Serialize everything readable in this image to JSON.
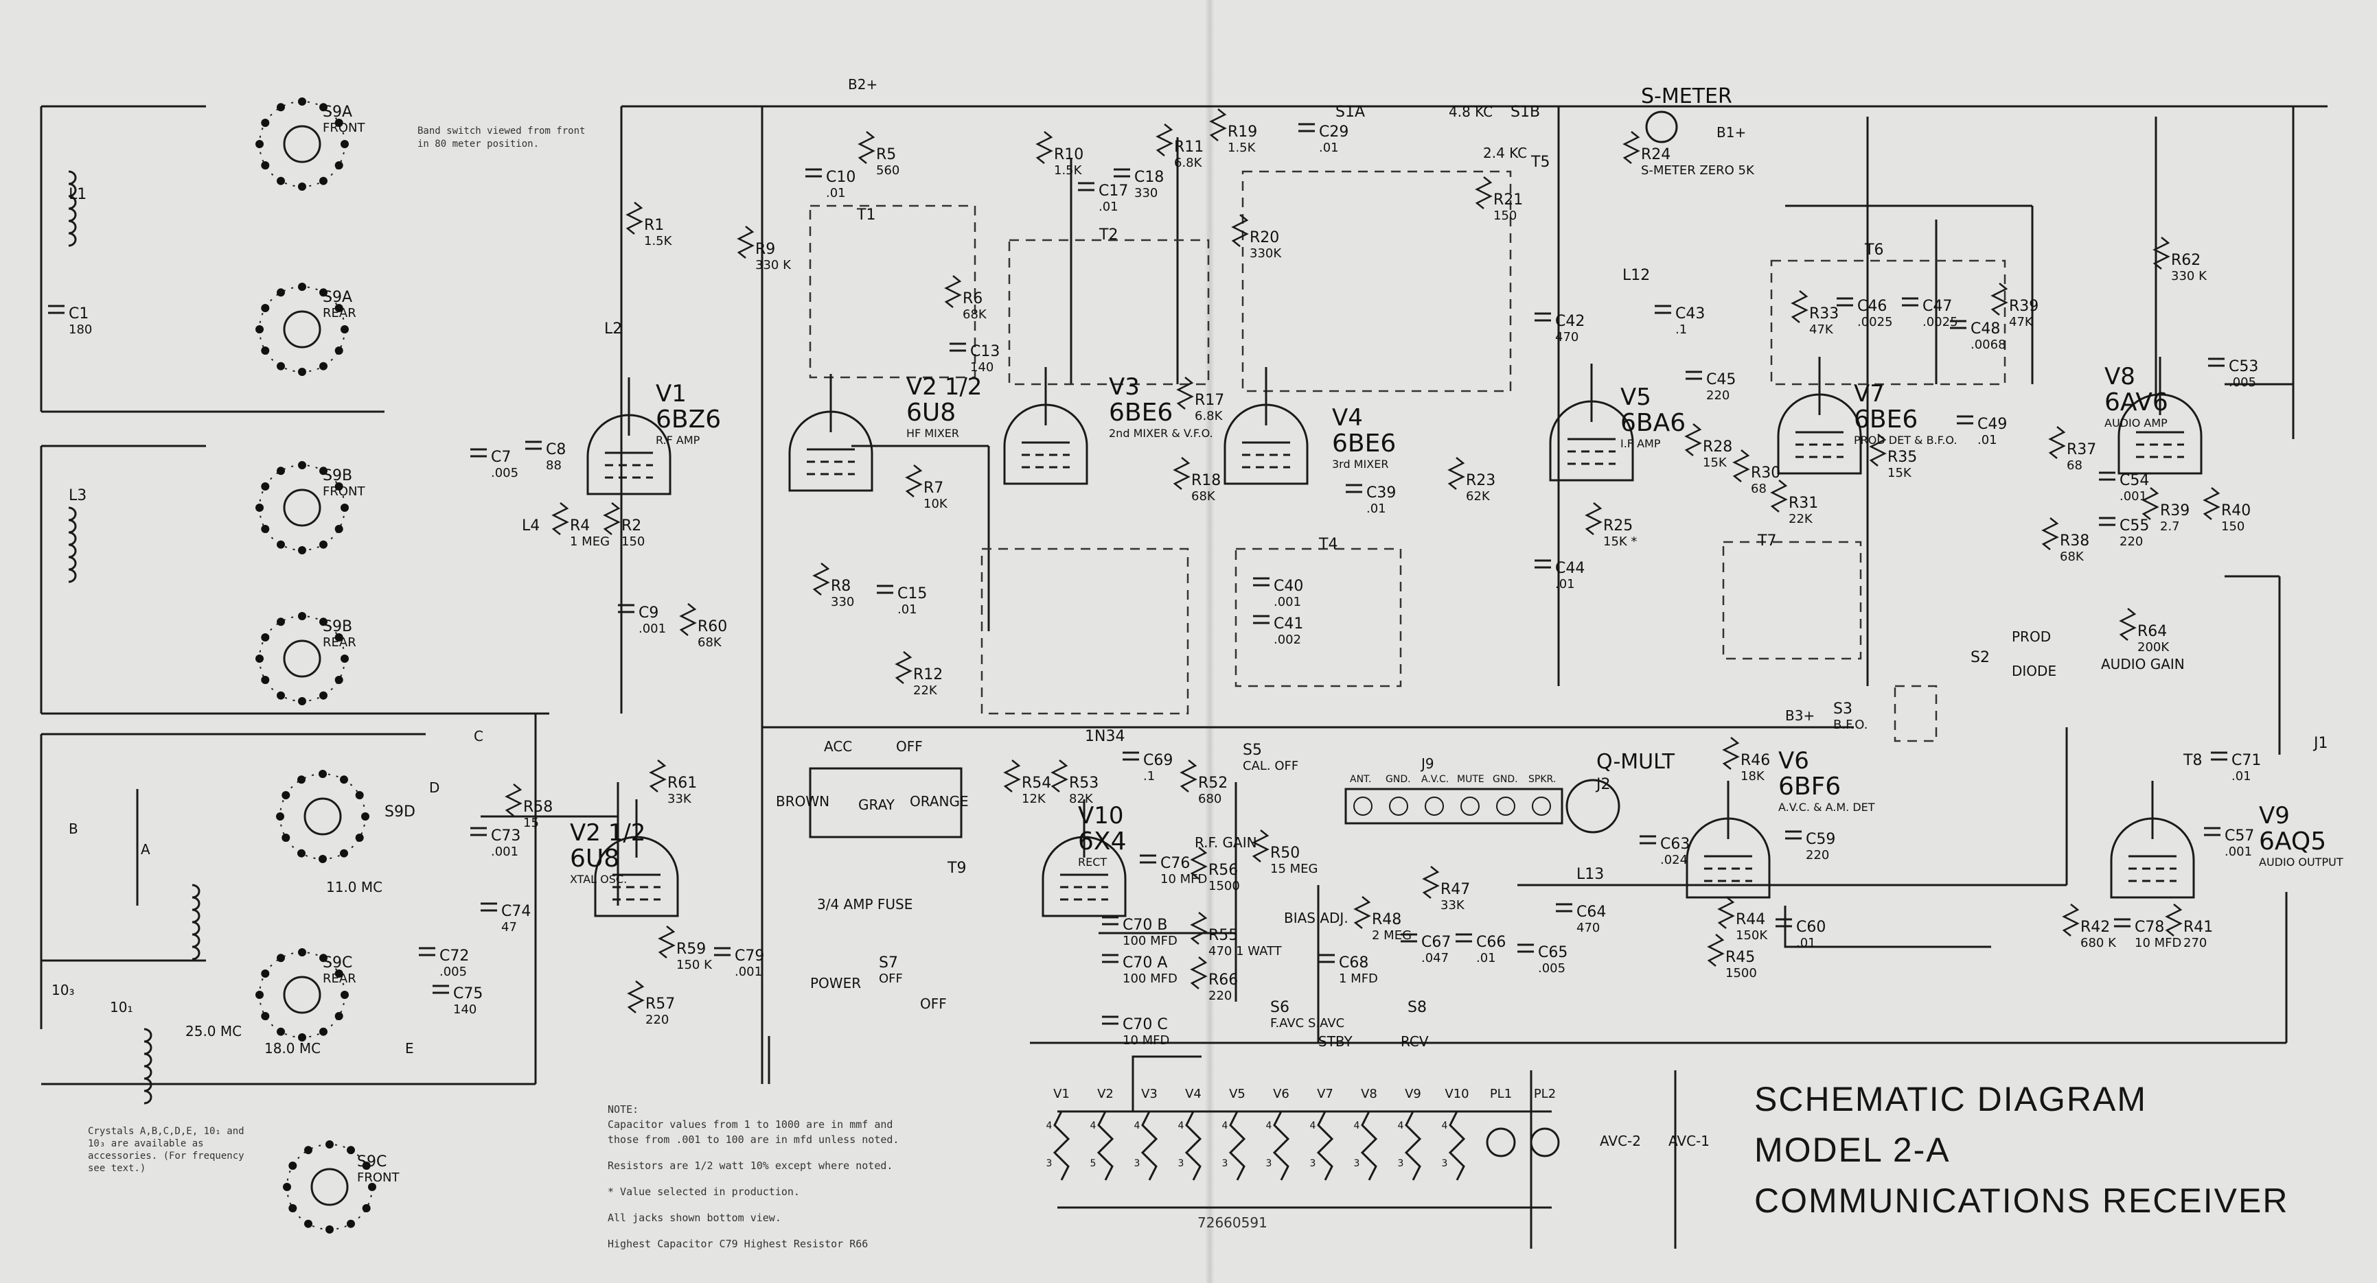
{
  "title": {
    "line1": "SCHEMATIC DIAGRAM",
    "line2": "MODEL 2-A",
    "line3": "COMMUNICATIONS RECEIVER"
  },
  "notes": {
    "heading": "NOTE:",
    "capacitors": "Capacitor values from 1 to 1000 are in mmf and those from .001 to 100 are in mfd unless noted.",
    "resistors": "Resistors are 1/2 watt 10% except where noted.",
    "selected": "* Value selected in production.",
    "jacks": "All jacks shown bottom view.",
    "highest": "Highest Capacitor C79  Highest Resistor R66"
  },
  "crystals_note": "Crystals A,B,C,D,E, 10₁ and 10₃ are available as accessories. (For frequency see text.)",
  "band_switch_note": "Band switch viewed from front in 80 meter position.",
  "drawing_number": "72660591",
  "tubes": [
    {
      "ref": "V1",
      "type": "6BZ6",
      "func": "R.F AMP"
    },
    {
      "ref": "V2 1/2",
      "type": "6U8",
      "func": "HF MIXER"
    },
    {
      "ref": "V3",
      "type": "6BE6",
      "func": "2nd MIXER & V.F.O."
    },
    {
      "ref": "V4",
      "type": "6BE6",
      "func": "3rd MIXER"
    },
    {
      "ref": "V5",
      "type": "6BA6",
      "func": "I.F AMP"
    },
    {
      "ref": "V7",
      "type": "6BE6",
      "func": "PROD DET & B.F.O."
    },
    {
      "ref": "V8",
      "type": "6AV6",
      "func": "AUDIO AMP"
    },
    {
      "ref": "V6",
      "type": "6BF6",
      "func": "A.V.C. & A.M. DET"
    },
    {
      "ref": "V9",
      "type": "6AQ5",
      "func": "AUDIO OUTPUT"
    },
    {
      "ref": "V10",
      "type": "6X4",
      "func": "RECT"
    },
    {
      "ref": "V2 1/2",
      "type": "6U8",
      "func": "XTAL OSC."
    }
  ],
  "components": [
    {
      "ref": "R1",
      "value": "1.5K"
    },
    {
      "ref": "C1",
      "value": "180"
    },
    {
      "ref": "L1",
      "value": ""
    },
    {
      "ref": "L2",
      "value": ""
    },
    {
      "ref": "L3",
      "value": ""
    },
    {
      "ref": "L4",
      "value": ""
    },
    {
      "ref": "C7",
      "value": ".005"
    },
    {
      "ref": "C8",
      "value": "88"
    },
    {
      "ref": "R2",
      "value": "150"
    },
    {
      "ref": "R4",
      "value": "1 MEG"
    },
    {
      "ref": "C9",
      "value": ".001"
    },
    {
      "ref": "R60",
      "value": "68K"
    },
    {
      "ref": "R9",
      "value": "330 K"
    },
    {
      "ref": "R5",
      "value": "560"
    },
    {
      "ref": "C10",
      "value": ".01"
    },
    {
      "ref": "T1",
      "value": ""
    },
    {
      "ref": "R6",
      "value": "68K"
    },
    {
      "ref": "C13",
      "value": "140"
    },
    {
      "ref": "R8",
      "value": "330"
    },
    {
      "ref": "C15",
      "value": ".01"
    },
    {
      "ref": "R12",
      "value": "22K"
    },
    {
      "ref": "R7",
      "value": "10K"
    },
    {
      "ref": "R10",
      "value": "1.5K"
    },
    {
      "ref": "C17",
      "value": ".01"
    },
    {
      "ref": "C18",
      "value": "330"
    },
    {
      "ref": "T2",
      "value": ""
    },
    {
      "ref": "R11",
      "value": "6.8K"
    },
    {
      "ref": "R17",
      "value": "6.8K"
    },
    {
      "ref": "R18",
      "value": "68K"
    },
    {
      "ref": "R19",
      "value": "1.5K"
    },
    {
      "ref": "C29",
      "value": ".01"
    },
    {
      "ref": "R20",
      "value": "330K"
    },
    {
      "ref": "R21",
      "value": "150"
    },
    {
      "ref": "T5",
      "value": ""
    },
    {
      "ref": "C39",
      "value": ".01"
    },
    {
      "ref": "T4",
      "value": ""
    },
    {
      "ref": "C40",
      "value": ".001"
    },
    {
      "ref": "C41",
      "value": ".002"
    },
    {
      "ref": "R23",
      "value": "62K"
    },
    {
      "ref": "C42",
      "value": "470"
    },
    {
      "ref": "L12",
      "value": ""
    },
    {
      "ref": "C43",
      "value": ".1"
    },
    {
      "ref": "R24",
      "value": "S-METER ZERO 5K"
    },
    {
      "ref": "R25",
      "value": "15K *"
    },
    {
      "ref": "C44",
      "value": ".01"
    },
    {
      "ref": "C45",
      "value": "220"
    },
    {
      "ref": "R28",
      "value": "15K"
    },
    {
      "ref": "R30",
      "value": "68"
    },
    {
      "ref": "R31",
      "value": "22K"
    },
    {
      "ref": "T7",
      "value": ""
    },
    {
      "ref": "T6",
      "value": ""
    },
    {
      "ref": "C46",
      "value": ".0025"
    },
    {
      "ref": "C47",
      "value": ".0025"
    },
    {
      "ref": "C48",
      "value": ".0068"
    },
    {
      "ref": "R33",
      "value": "47K"
    },
    {
      "ref": "R39",
      "value": "47K"
    },
    {
      "ref": "C49",
      "value": ".01"
    },
    {
      "ref": "R35",
      "value": "15K"
    },
    {
      "ref": "R62",
      "value": "330 K"
    },
    {
      "ref": "C53",
      "value": ".005"
    },
    {
      "ref": "R37",
      "value": "68"
    },
    {
      "ref": "C54",
      "value": ".001"
    },
    {
      "ref": "C55",
      "value": "220"
    },
    {
      "ref": "R38",
      "value": "68K"
    },
    {
      "ref": "R39",
      "value": "2.7"
    },
    {
      "ref": "R40",
      "value": "150"
    },
    {
      "ref": "R64",
      "value": "200K"
    },
    {
      "ref": "T8",
      "value": ""
    },
    {
      "ref": "C71",
      "value": ".01"
    },
    {
      "ref": "C57",
      "value": ".001"
    },
    {
      "ref": "R42",
      "value": "680 K"
    },
    {
      "ref": "C78",
      "value": "10 MFD"
    },
    {
      "ref": "R41",
      "value": "270"
    },
    {
      "ref": "R44",
      "value": "150K"
    },
    {
      "ref": "R45",
      "value": "1500"
    },
    {
      "ref": "C60",
      "value": ".01"
    },
    {
      "ref": "R46",
      "value": "18K"
    },
    {
      "ref": "C59",
      "value": "220"
    },
    {
      "ref": "C63",
      "value": ".024"
    },
    {
      "ref": "L13",
      "value": ""
    },
    {
      "ref": "C64",
      "value": "470"
    },
    {
      "ref": "C65",
      "value": ".005"
    },
    {
      "ref": "C66",
      "value": ".01"
    },
    {
      "ref": "C67",
      "value": ".047"
    },
    {
      "ref": "R47",
      "value": "33K"
    },
    {
      "ref": "R48",
      "value": "2 MEG"
    },
    {
      "ref": "C68",
      "value": "1 MFD"
    },
    {
      "ref": "R50",
      "value": "15 MEG"
    },
    {
      "ref": "R52",
      "value": "680"
    },
    {
      "ref": "R53",
      "value": "82K"
    },
    {
      "ref": "R54",
      "value": "12K"
    },
    {
      "ref": "C69",
      "value": ".1"
    },
    {
      "ref": "C76",
      "value": "10 MFD"
    },
    {
      "ref": "C70 B",
      "value": "100 MFD"
    },
    {
      "ref": "C70 A",
      "value": "100 MFD"
    },
    {
      "ref": "C70 C",
      "value": "10 MFD"
    },
    {
      "ref": "R56",
      "value": "1500"
    },
    {
      "ref": "R55",
      "value": "470 1 WATT"
    },
    {
      "ref": "R66",
      "value": "220"
    },
    {
      "ref": "R61",
      "value": "33K"
    },
    {
      "ref": "R58",
      "value": "15"
    },
    {
      "ref": "C73",
      "value": ".001"
    },
    {
      "ref": "C74",
      "value": "47"
    },
    {
      "ref": "C72",
      "value": ".005"
    },
    {
      "ref": "C75",
      "value": "140"
    },
    {
      "ref": "R59",
      "value": "150 K"
    },
    {
      "ref": "C79",
      "value": ".001"
    },
    {
      "ref": "R57",
      "value": "220"
    },
    {
      "ref": "1N34",
      "value": ""
    },
    {
      "ref": "T9",
      "value": ""
    },
    {
      "ref": "S9A",
      "value": "FRONT"
    },
    {
      "ref": "S9A",
      "value": "REAR"
    },
    {
      "ref": "S9B",
      "value": "FRONT"
    },
    {
      "ref": "S9B",
      "value": "REAR"
    },
    {
      "ref": "S9D",
      "value": ""
    },
    {
      "ref": "S9C",
      "value": "REAR"
    },
    {
      "ref": "S9C",
      "value": "FRONT"
    },
    {
      "ref": "S1A",
      "value": ""
    },
    {
      "ref": "S1B",
      "value": ""
    },
    {
      "ref": "S2",
      "value": ""
    },
    {
      "ref": "S3",
      "value": "B.F.O."
    },
    {
      "ref": "S5",
      "value": "CAL. OFF"
    },
    {
      "ref": "S6",
      "value": "F.AVC S.AVC"
    },
    {
      "ref": "S8",
      "value": ""
    },
    {
      "ref": "S7",
      "value": "OFF"
    },
    {
      "ref": "J1",
      "value": ""
    },
    {
      "ref": "J2",
      "value": ""
    }
  ],
  "labels": {
    "s_meter": "S-METER",
    "q_mult": "Q-MULT",
    "j9": "J9",
    "j9_terminals": [
      "ANT.",
      "GND.",
      "A.V.C.",
      "MUTE",
      "GND.",
      "SPKR."
    ],
    "rf_gain": "R.F. GAIN",
    "audio_gain": "AUDIO GAIN",
    "prod": "PROD",
    "diode": "DIODE",
    "stby": "STBY",
    "rcv": "RCV",
    "bias_adj": "BIAS ADJ.",
    "fuse": "3/4 AMP FUSE",
    "power": "POWER",
    "off": "OFF",
    "acc": "ACC",
    "acc_off": "OFF",
    "brown": "BROWN",
    "gray": "GRAY",
    "orange": "ORANGE",
    "avc1": "AVC-1",
    "avc2": "AVC-2",
    "b1": "B1+",
    "b2": "B2+",
    "b3": "B3+",
    "xtal_a": "A",
    "xtal_b": "B",
    "xtal_c": "C",
    "xtal_d": "D",
    "xtal_e": "E",
    "xtal_10_1": "10₁",
    "xtal_10_3": "10₃",
    "freq_11": "11.0 MC",
    "freq_25": "25.0 MC",
    "freq_18": "18.0 MC",
    "cal_4_8": "4.8 KC",
    "cal_2_4": "2.4 KC"
  },
  "heater_string": [
    "V1",
    "V2",
    "V3",
    "V4",
    "V5",
    "V6",
    "V7",
    "V8",
    "V9",
    "V10",
    "PL1",
    "PL2"
  ],
  "heater_pins": [
    [
      "4",
      "3"
    ],
    [
      "4",
      "5"
    ],
    [
      "4",
      "3"
    ],
    [
      "4",
      "3"
    ],
    [
      "4",
      "3"
    ],
    [
      "4",
      "3"
    ],
    [
      "4",
      "3"
    ],
    [
      "4",
      "3"
    ],
    [
      "4",
      "3"
    ],
    [
      "4",
      "3"
    ]
  ]
}
